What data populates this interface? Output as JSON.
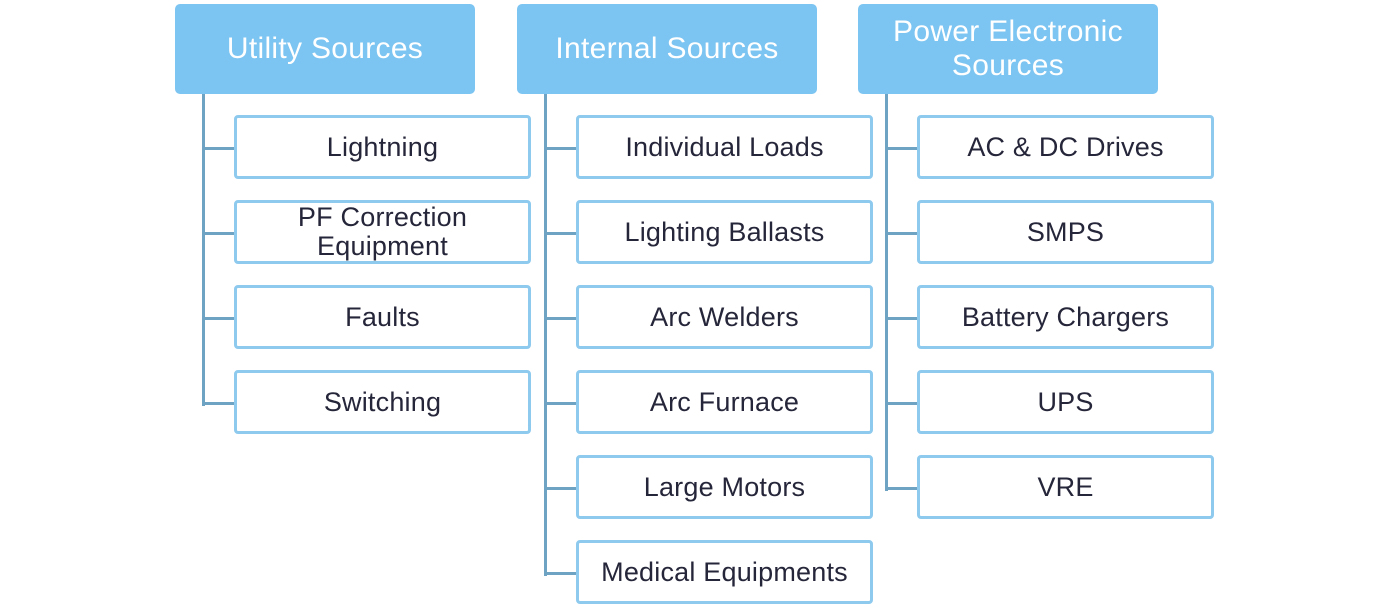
{
  "groups": [
    {
      "title": "Utility Sources",
      "items": [
        "Lightning",
        "PF Correction Equipment",
        "Faults",
        "Switching"
      ]
    },
    {
      "title": "Internal Sources",
      "items": [
        "Individual Loads",
        "Lighting Ballasts",
        "Arc Welders",
        "Arc Furnace",
        "Large Motors",
        "Medical Equipments"
      ]
    },
    {
      "title": "Power Electronic Sources",
      "items": [
        "AC & DC Drives",
        "SMPS",
        "Battery Chargers",
        "UPS",
        "VRE"
      ]
    }
  ],
  "colors": {
    "header_fill": "#7cc4f1",
    "item_border": "#8ec9ee",
    "connector": "#6fa3c3",
    "item_text": "#26263a"
  }
}
